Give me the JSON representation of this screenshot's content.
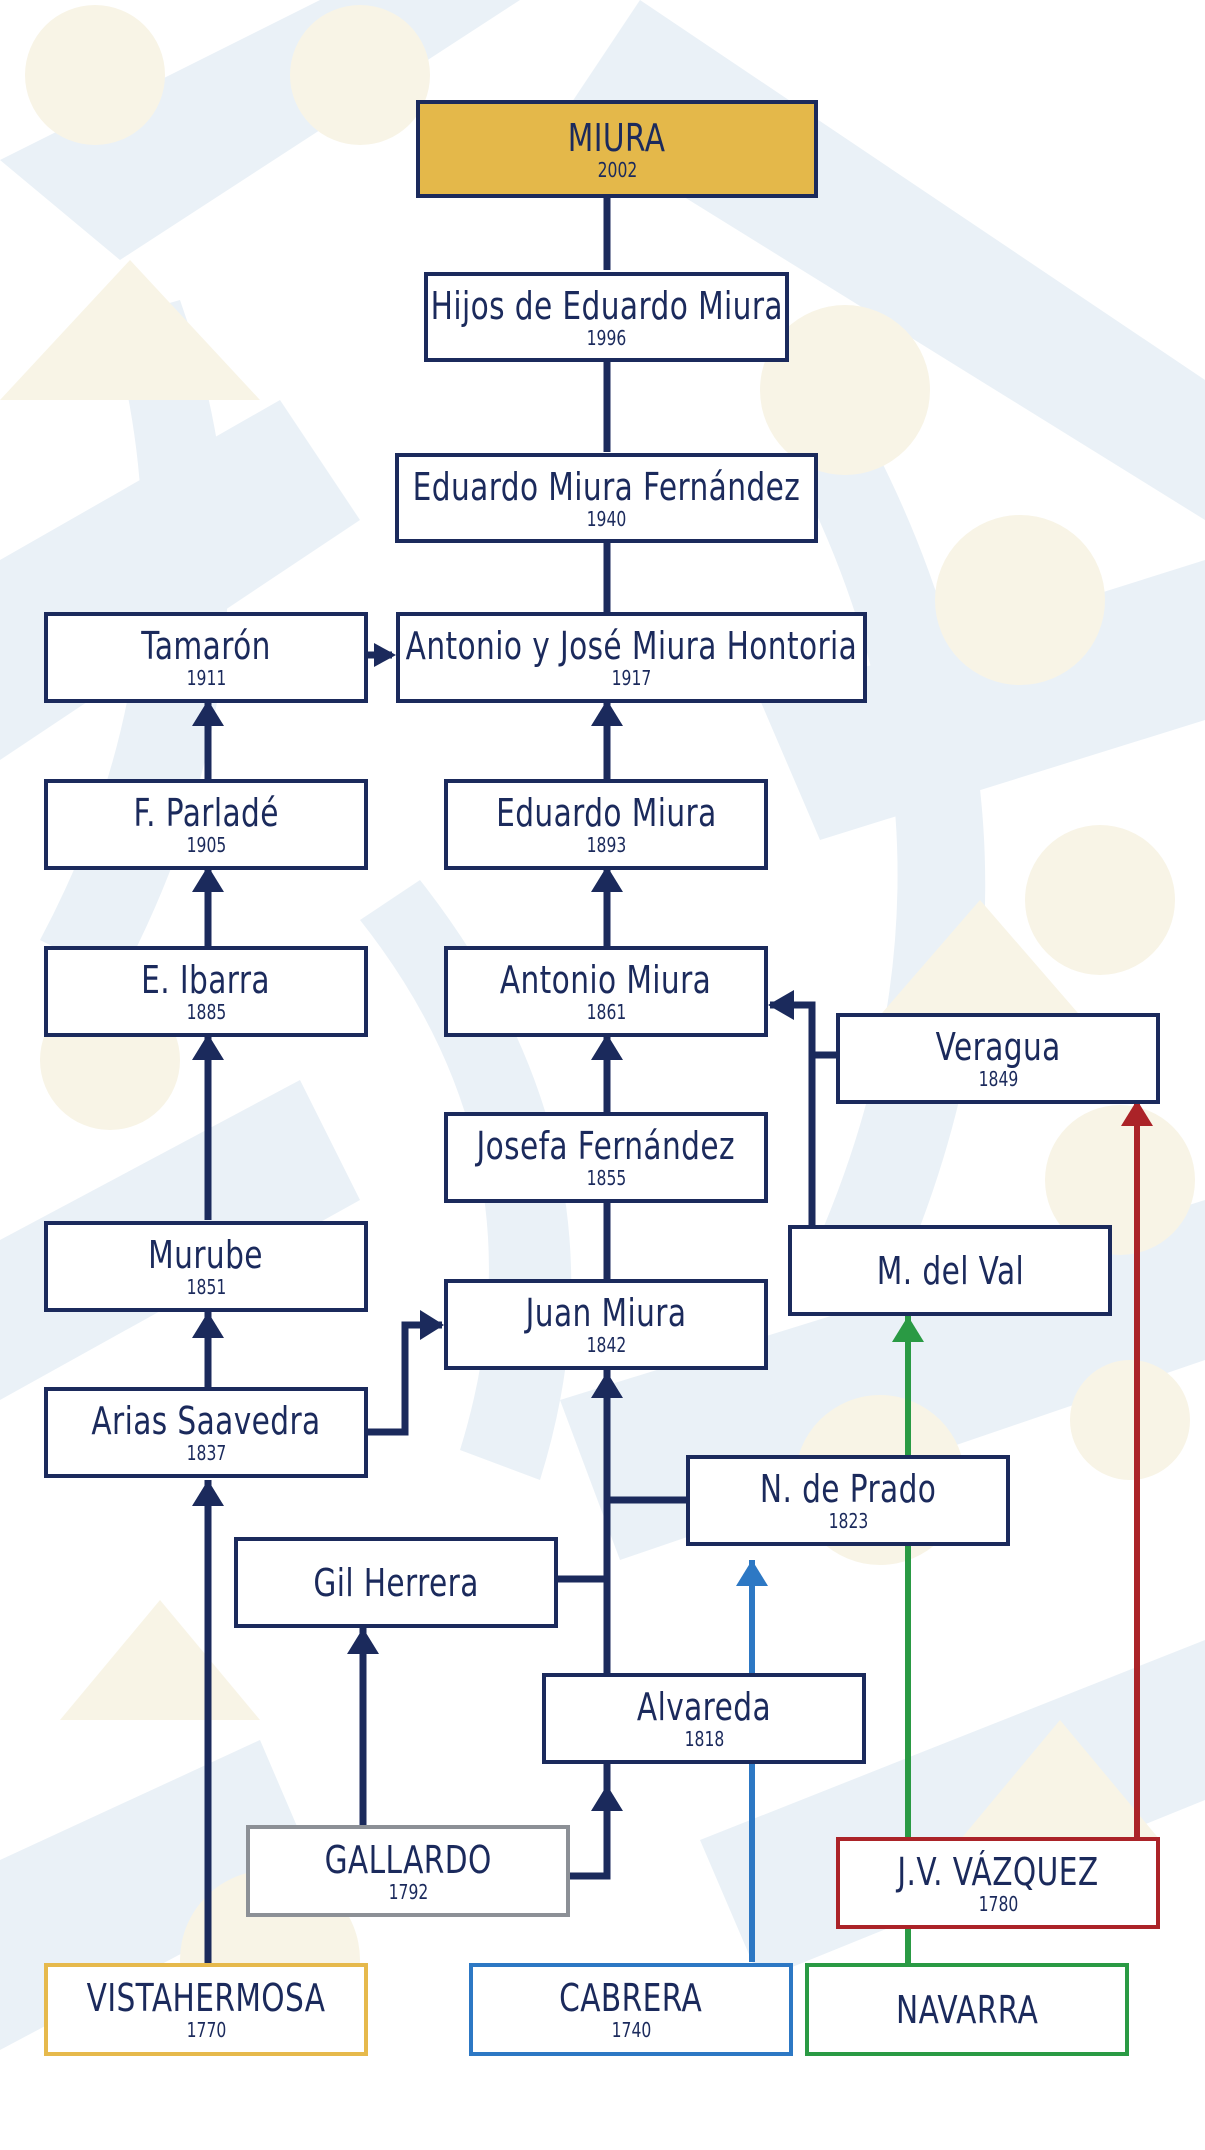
{
  "nodes": {
    "miura": {
      "name": "MIURA",
      "year": "2002"
    },
    "hijos": {
      "name": "Hijos de Eduardo Miura",
      "year": "1996"
    },
    "eduardo_fernandez": {
      "name": "Eduardo Miura Fernández",
      "year": "1940"
    },
    "tamaron": {
      "name": "Tamarón",
      "year": "1911"
    },
    "antonio_jose": {
      "name": "Antonio y José Miura Hontoria",
      "year": "1917"
    },
    "parlade": {
      "name": "F. Parladé",
      "year": "1905"
    },
    "eduardo_miura": {
      "name": "Eduardo Miura",
      "year": "1893"
    },
    "ibarra": {
      "name": "E. Ibarra",
      "year": "1885"
    },
    "antonio_miura": {
      "name": "Antonio Miura",
      "year": "1861"
    },
    "veragua": {
      "name": "Veragua",
      "year": "1849"
    },
    "josefa": {
      "name": "Josefa Fernández",
      "year": "1855"
    },
    "murube": {
      "name": "Murube",
      "year": "1851"
    },
    "mdelval": {
      "name": "M. del Val",
      "year": ""
    },
    "juan_miura": {
      "name": "Juan Miura",
      "year": "1842"
    },
    "arias": {
      "name": "Arias Saavedra",
      "year": "1837"
    },
    "prado": {
      "name": "N. de Prado",
      "year": "1823"
    },
    "gil": {
      "name": "Gil Herrera",
      "year": ""
    },
    "alvareda": {
      "name": "Alvareda",
      "year": "1818"
    },
    "gallardo": {
      "name": "GALLARDO",
      "year": "1792"
    },
    "vazquez": {
      "name": "J.V. VÁZQUEZ",
      "year": "1780"
    },
    "vistahermosa": {
      "name": "VISTAHERMOSA",
      "year": "1770"
    },
    "cabrera": {
      "name": "CABRERA",
      "year": "1740"
    },
    "navarra": {
      "name": "NAVARRA",
      "year": ""
    }
  },
  "colors": {
    "navy": "#1b2a5c",
    "gold": "#e4b84a",
    "blue": "#2d78c4",
    "green": "#2a9a44",
    "red": "#ab2328",
    "grey": "#8c9096"
  }
}
